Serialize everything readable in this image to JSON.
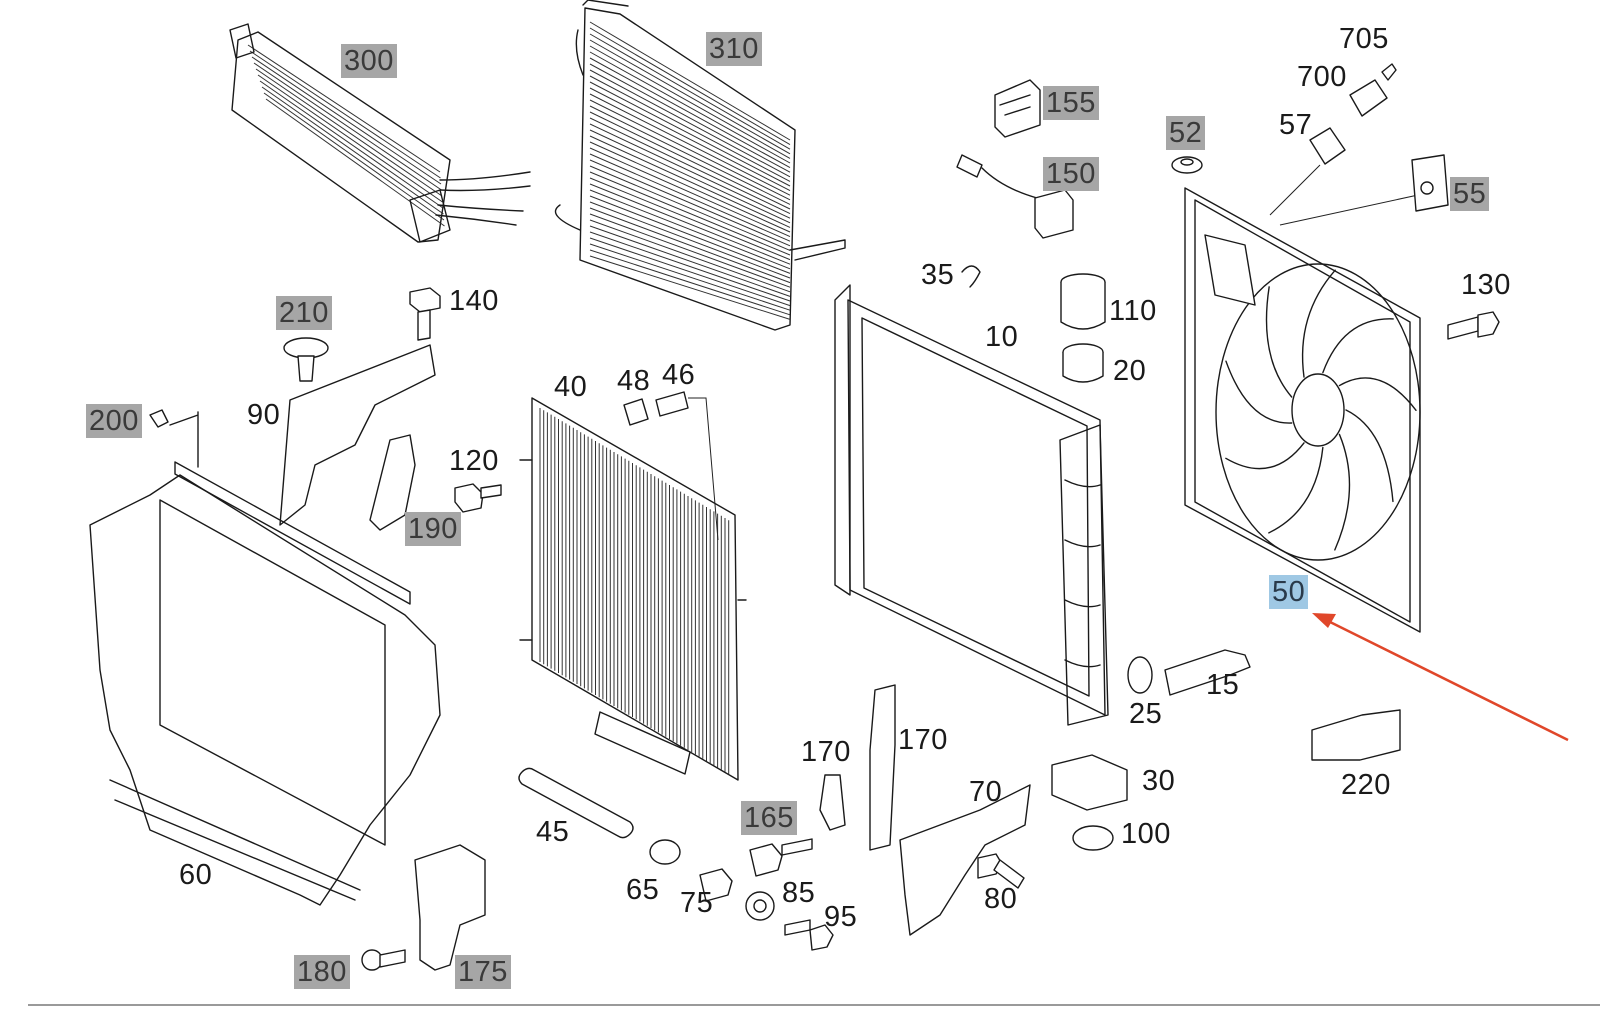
{
  "colors": {
    "highlight_grey": "#a6a6a6",
    "highlight_blue": "#9fc8e4",
    "arrow_red": "#e0472a",
    "line": "#1a1a1a"
  },
  "callouts": [
    {
      "id": "300",
      "text": "300",
      "style": "grey"
    },
    {
      "id": "310",
      "text": "310",
      "style": "grey"
    },
    {
      "id": "155",
      "text": "155",
      "style": "grey"
    },
    {
      "id": "150",
      "text": "150",
      "style": "grey"
    },
    {
      "id": "52",
      "text": "52",
      "style": "grey"
    },
    {
      "id": "705",
      "text": "705",
      "style": "plain"
    },
    {
      "id": "700",
      "text": "700",
      "style": "plain"
    },
    {
      "id": "57",
      "text": "57",
      "style": "plain"
    },
    {
      "id": "55",
      "text": "55",
      "style": "grey"
    },
    {
      "id": "130",
      "text": "130",
      "style": "plain"
    },
    {
      "id": "210",
      "text": "210",
      "style": "grey"
    },
    {
      "id": "140",
      "text": "140",
      "style": "plain"
    },
    {
      "id": "35",
      "text": "35",
      "style": "plain"
    },
    {
      "id": "110",
      "text": "110",
      "style": "plain"
    },
    {
      "id": "10",
      "text": "10",
      "style": "plain"
    },
    {
      "id": "20",
      "text": "20",
      "style": "plain"
    },
    {
      "id": "90",
      "text": "90",
      "style": "plain"
    },
    {
      "id": "200",
      "text": "200",
      "style": "grey"
    },
    {
      "id": "40",
      "text": "40",
      "style": "plain"
    },
    {
      "id": "48",
      "text": "48",
      "style": "plain"
    },
    {
      "id": "46",
      "text": "46",
      "style": "plain"
    },
    {
      "id": "120",
      "text": "120",
      "style": "plain"
    },
    {
      "id": "190",
      "text": "190",
      "style": "grey"
    },
    {
      "id": "50",
      "text": "50",
      "style": "blue"
    },
    {
      "id": "15",
      "text": "15",
      "style": "plain"
    },
    {
      "id": "25",
      "text": "25",
      "style": "plain"
    },
    {
      "id": "170a",
      "text": "170",
      "style": "plain"
    },
    {
      "id": "170b",
      "text": "170",
      "style": "plain"
    },
    {
      "id": "220",
      "text": "220",
      "style": "plain"
    },
    {
      "id": "30",
      "text": "30",
      "style": "plain"
    },
    {
      "id": "70",
      "text": "70",
      "style": "plain"
    },
    {
      "id": "165",
      "text": "165",
      "style": "grey"
    },
    {
      "id": "100",
      "text": "100",
      "style": "plain"
    },
    {
      "id": "45",
      "text": "45",
      "style": "plain"
    },
    {
      "id": "60",
      "text": "60",
      "style": "plain"
    },
    {
      "id": "85",
      "text": "85",
      "style": "plain"
    },
    {
      "id": "65",
      "text": "65",
      "style": "plain"
    },
    {
      "id": "75",
      "text": "75",
      "style": "plain"
    },
    {
      "id": "95",
      "text": "95",
      "style": "plain"
    },
    {
      "id": "80",
      "text": "80",
      "style": "plain"
    },
    {
      "id": "180",
      "text": "180",
      "style": "grey"
    },
    {
      "id": "175",
      "text": "175",
      "style": "grey"
    }
  ]
}
